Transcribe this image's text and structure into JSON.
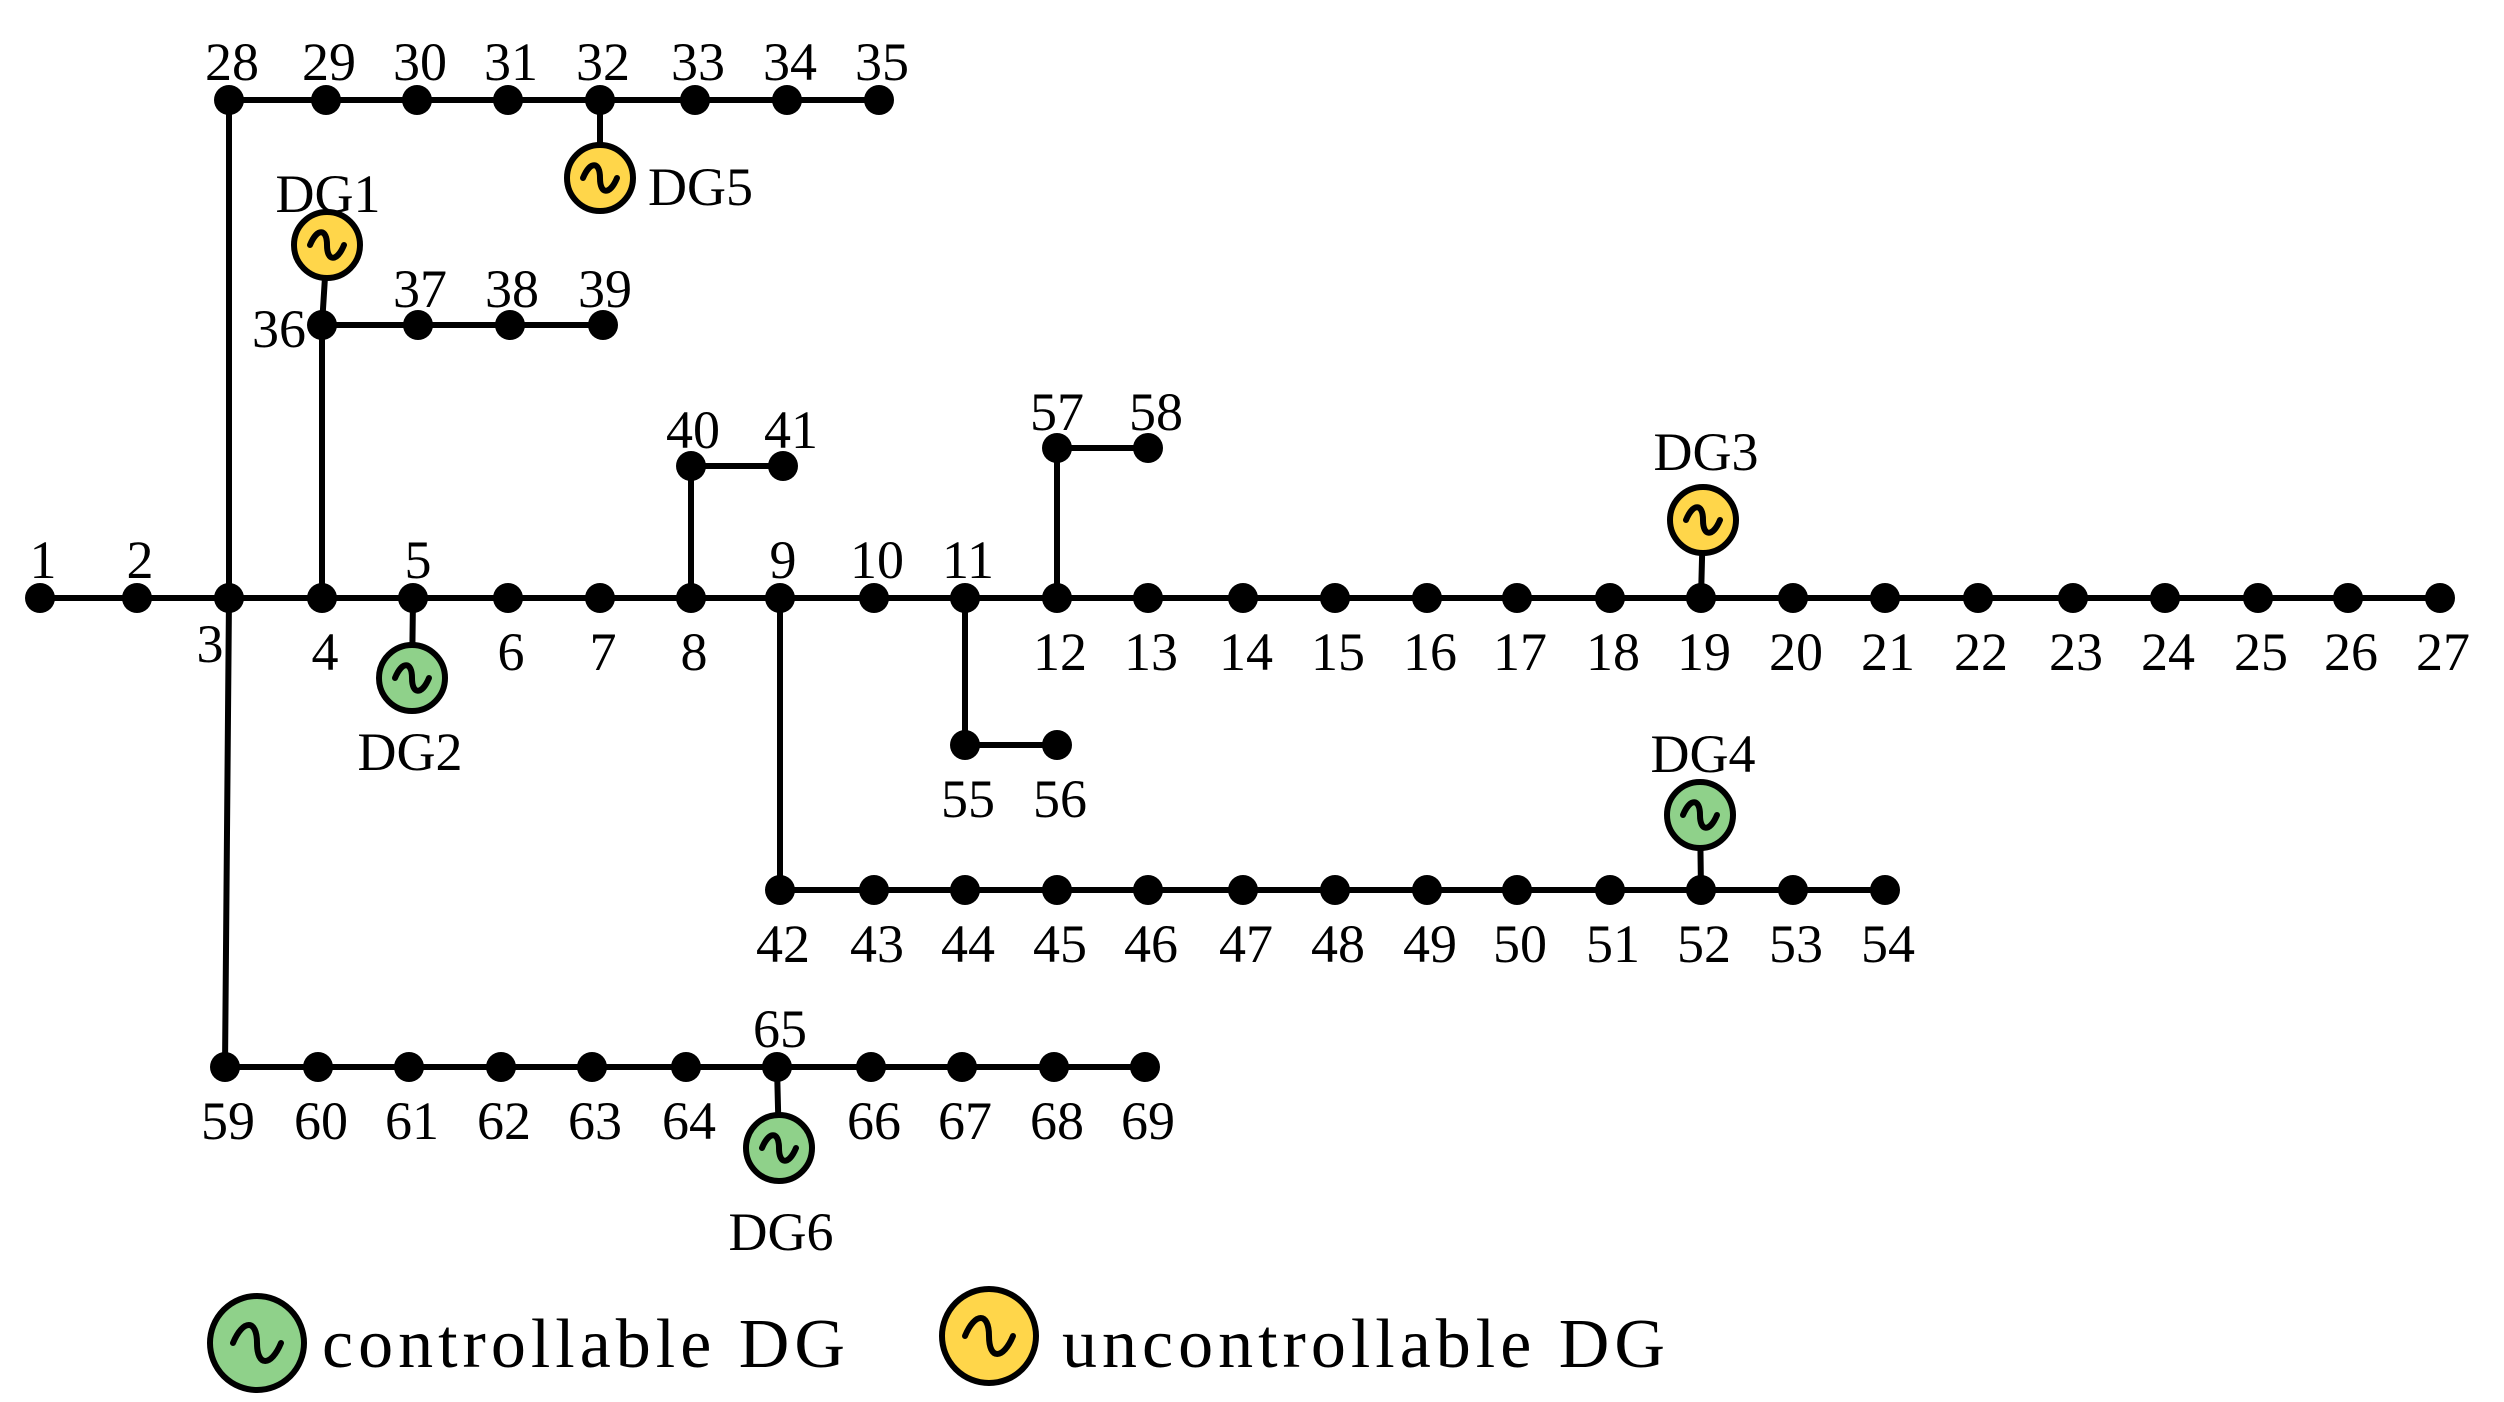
{
  "colors": {
    "controllable": "#8fd18a",
    "uncontrollable": "#ffd64a"
  },
  "node_labels": {
    "1": "1",
    "2": "2",
    "3": "3",
    "4": "4",
    "5": "5",
    "6": "6",
    "7": "7",
    "8": "8",
    "9": "9",
    "10": "10",
    "11": "11",
    "12": "12",
    "13": "13",
    "14": "14",
    "15": "15",
    "16": "16",
    "17": "17",
    "18": "18",
    "19": "19",
    "20": "20",
    "21": "21",
    "22": "22",
    "23": "23",
    "24": "24",
    "25": "25",
    "26": "26",
    "27": "27",
    "28": "28",
    "29": "29",
    "30": "30",
    "31": "31",
    "32": "32",
    "33": "33",
    "34": "34",
    "35": "35",
    "36": "36",
    "37": "37",
    "38": "38",
    "39": "39",
    "40": "40",
    "41": "41",
    "42": "42",
    "43": "43",
    "44": "44",
    "45": "45",
    "46": "46",
    "47": "47",
    "48": "48",
    "49": "49",
    "50": "50",
    "51": "51",
    "52": "52",
    "53": "53",
    "54": "54",
    "55": "55",
    "56": "56",
    "57": "57",
    "58": "58",
    "59": "59",
    "60": "60",
    "61": "61",
    "62": "62",
    "63": "63",
    "64": "64",
    "65": "65",
    "66": "66",
    "67": "67",
    "68": "68",
    "69": "69"
  },
  "edges": [
    [
      "1",
      "2"
    ],
    [
      "2",
      "3"
    ],
    [
      "3",
      "4"
    ],
    [
      "4",
      "5"
    ],
    [
      "5",
      "6"
    ],
    [
      "6",
      "7"
    ],
    [
      "7",
      "8"
    ],
    [
      "8",
      "9"
    ],
    [
      "9",
      "10"
    ],
    [
      "10",
      "11"
    ],
    [
      "11",
      "12"
    ],
    [
      "12",
      "13"
    ],
    [
      "13",
      "14"
    ],
    [
      "14",
      "15"
    ],
    [
      "15",
      "16"
    ],
    [
      "16",
      "17"
    ],
    [
      "17",
      "18"
    ],
    [
      "18",
      "19"
    ],
    [
      "19",
      "20"
    ],
    [
      "20",
      "21"
    ],
    [
      "21",
      "22"
    ],
    [
      "22",
      "23"
    ],
    [
      "23",
      "24"
    ],
    [
      "24",
      "25"
    ],
    [
      "25",
      "26"
    ],
    [
      "26",
      "27"
    ],
    [
      "3",
      "28"
    ],
    [
      "28",
      "29"
    ],
    [
      "29",
      "30"
    ],
    [
      "30",
      "31"
    ],
    [
      "31",
      "32"
    ],
    [
      "32",
      "33"
    ],
    [
      "33",
      "34"
    ],
    [
      "34",
      "35"
    ],
    [
      "4",
      "36"
    ],
    [
      "36",
      "37"
    ],
    [
      "37",
      "38"
    ],
    [
      "38",
      "39"
    ],
    [
      "8",
      "40"
    ],
    [
      "40",
      "41"
    ],
    [
      "9",
      "42"
    ],
    [
      "42",
      "43"
    ],
    [
      "43",
      "44"
    ],
    [
      "44",
      "45"
    ],
    [
      "45",
      "46"
    ],
    [
      "46",
      "47"
    ],
    [
      "47",
      "48"
    ],
    [
      "48",
      "49"
    ],
    [
      "49",
      "50"
    ],
    [
      "50",
      "51"
    ],
    [
      "51",
      "52"
    ],
    [
      "52",
      "53"
    ],
    [
      "53",
      "54"
    ],
    [
      "11",
      "55"
    ],
    [
      "55",
      "56"
    ],
    [
      "12",
      "57"
    ],
    [
      "57",
      "58"
    ],
    [
      "3",
      "59"
    ],
    [
      "59",
      "60"
    ],
    [
      "60",
      "61"
    ],
    [
      "61",
      "62"
    ],
    [
      "62",
      "63"
    ],
    [
      "63",
      "64"
    ],
    [
      "64",
      "65"
    ],
    [
      "65",
      "66"
    ],
    [
      "66",
      "67"
    ],
    [
      "67",
      "68"
    ],
    [
      "68",
      "69"
    ]
  ],
  "dgs": [
    {
      "id": "dg1",
      "label": "DG1",
      "bus": "36",
      "type": "uncontrollable"
    },
    {
      "id": "dg2",
      "label": "DG2",
      "bus": "5",
      "type": "controllable"
    },
    {
      "id": "dg3",
      "label": "DG3",
      "bus": "19",
      "type": "uncontrollable"
    },
    {
      "id": "dg4",
      "label": "DG4",
      "bus": "52",
      "type": "controllable"
    },
    {
      "id": "dg5",
      "label": "DG5",
      "bus": "32",
      "type": "uncontrollable"
    },
    {
      "id": "dg6",
      "label": "DG6",
      "bus": "65",
      "type": "controllable"
    }
  ],
  "legend": {
    "controllable_label": "controllable DG",
    "uncontrollable_label": "uncontrollable DG"
  }
}
